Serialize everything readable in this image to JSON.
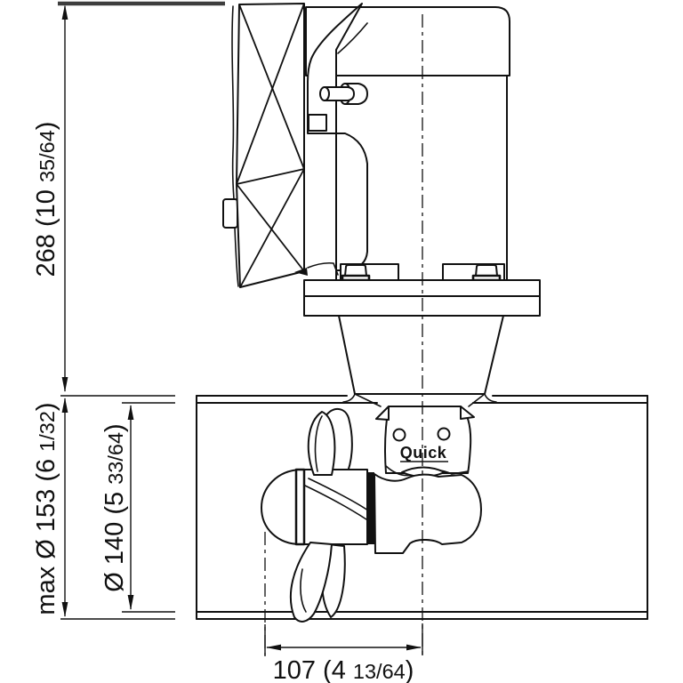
{
  "figure": {
    "brand_logo": "Quick",
    "line_color": "#111111",
    "background_color": "#ffffff"
  },
  "dimensions": {
    "overall_height": {
      "label_main": "268 (10 ",
      "label_frac": "35/64",
      "label_close": ")"
    },
    "max_outer_diameter": {
      "label_main": "max Ø 153 (6 ",
      "label_frac": "1/32",
      "label_close": ")"
    },
    "tunnel_diameter": {
      "label_main": "Ø 140 (5 ",
      "label_frac": "33/64",
      "label_close": ")"
    },
    "hub_offset": {
      "label_main": "107 (4 ",
      "label_frac": "13/64",
      "label_close": ")"
    }
  }
}
